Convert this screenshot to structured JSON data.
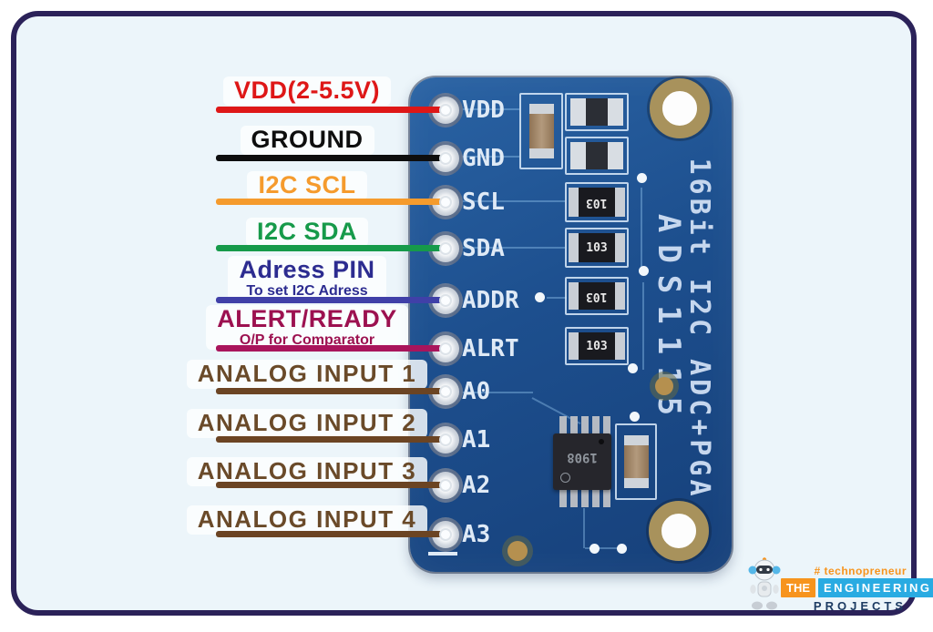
{
  "rows": [
    {
      "label": "VDD(2-5.5V)",
      "sublabel": "",
      "pin": "VDD",
      "color": "#de1717",
      "wire": "#de1717"
    },
    {
      "label": "GROUND",
      "sublabel": "",
      "pin": "GND",
      "color": "#0e0e0e",
      "wire": "#0e0e0e"
    },
    {
      "label": "I2C SCL",
      "sublabel": "",
      "pin": "SCL",
      "color": "#f59b2d",
      "wire": "#f59b2d"
    },
    {
      "label": "I2C SDA",
      "sublabel": "",
      "pin": "SDA",
      "color": "#169a4a",
      "wire": "#169a4a"
    },
    {
      "label": "Adress PIN",
      "sublabel": "To set I2C Adress",
      "pin": "ADDR",
      "color": "#2c2c90",
      "wire": "#4040a8"
    },
    {
      "label": "ALERT/READY",
      "sublabel": "O/P for Comparator",
      "pin": "ALRT",
      "color": "#9c1150",
      "wire": "#a9155c"
    },
    {
      "label": "ANALOG INPUT 1",
      "sublabel": "",
      "pin": "A0",
      "color": "#6a4a29",
      "wire": "#6b4423"
    },
    {
      "label": "ANALOG INPUT 2",
      "sublabel": "",
      "pin": "A1",
      "color": "#6a4a29",
      "wire": "#6b4423"
    },
    {
      "label": "ANALOG INPUT 3",
      "sublabel": "",
      "pin": "A2",
      "color": "#6a4a29",
      "wire": "#6b4423"
    },
    {
      "label": "ANALOG INPUT 4",
      "sublabel": "",
      "pin": "A3",
      "color": "#6a4a29",
      "wire": "#6b4423"
    }
  ],
  "board": {
    "brand_vertical_1": "16Bit I2C ADC+PGA",
    "brand_vertical_2": "ADS1115",
    "chip_marking": "1908",
    "resistor_code": "103",
    "board_color": "#1d4f8e"
  },
  "logo": {
    "tagline": "# technopreneur",
    "word_the": "THE",
    "word_engineering": "ENGINEERING",
    "word_projects": "PROJECTS",
    "accent_orange": "#f7941d",
    "accent_blue": "#29abe2",
    "projects_color": "#1d3c63"
  }
}
